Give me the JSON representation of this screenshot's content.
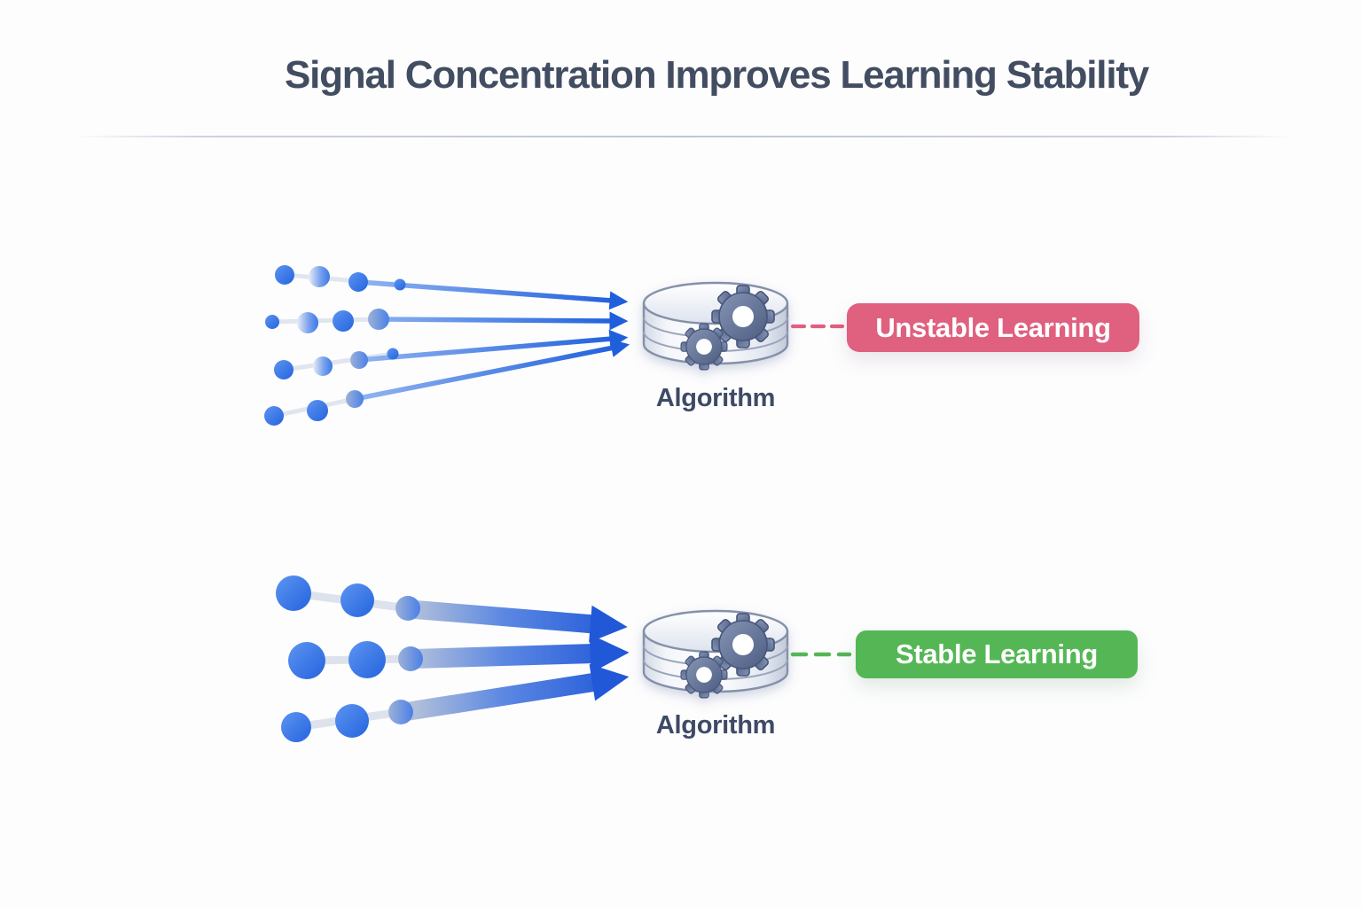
{
  "title": "Signal Concentration Improves Learning Stability",
  "colors": {
    "title": "#424d61",
    "blue": "#2d6de0",
    "pink": "#e0607f",
    "green": "#55b656",
    "label": "#3e4a66",
    "divider": "#c8cfda",
    "bg": "#fdfdfe"
  },
  "sections": {
    "unstable": {
      "algorithm_label": "Algorithm",
      "badge": {
        "label": "Unstable Learning",
        "color": "#e0607f"
      },
      "icon": "database-gears-icon",
      "signal_row_count": 4,
      "arrow_style": "thin"
    },
    "stable": {
      "algorithm_label": "Algorithm",
      "badge": {
        "label": "Stable Learning",
        "color": "#55b656"
      },
      "icon": "database-gears-icon",
      "signal_row_count": 3,
      "arrow_style": "thick"
    }
  }
}
